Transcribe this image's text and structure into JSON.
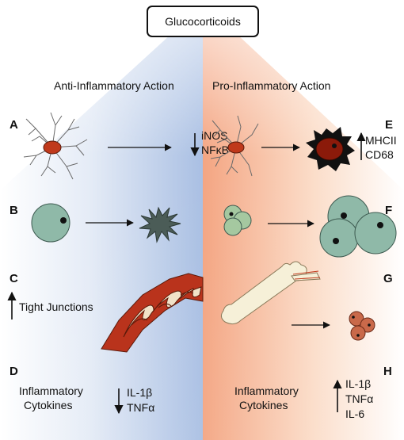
{
  "title": "Glucocorticoids",
  "anti": {
    "header": "Anti-Inflammatory Action",
    "a": {
      "letter": "A",
      "marker1": "iNOS",
      "marker2": "NFκB"
    },
    "b": {
      "letter": "B"
    },
    "c": {
      "letter": "C",
      "label": "Tight Junctions"
    },
    "d": {
      "letter": "D",
      "line1": "Inflammatory",
      "line2": "Cytokines",
      "marker1": "IL-1β",
      "marker2": "TNFα"
    }
  },
  "pro": {
    "header": "Pro-Inflammatory Action",
    "e": {
      "letter": "E",
      "marker1": "MHCII",
      "marker2": "CD68"
    },
    "f": {
      "letter": "F"
    },
    "g": {
      "letter": "G"
    },
    "h": {
      "letter": "H",
      "line1": "Inflammatory",
      "line2": "Cytokines",
      "marker1": "IL-1β",
      "marker2": "TNFα",
      "marker3": "IL-6"
    }
  },
  "colors": {
    "anti_gradient": "#a9bfe3",
    "pro_gradient": "#f4a582",
    "microglia": "#c0391b",
    "activated_cell": "#8b1a0a",
    "monocyte": "#8fb9a8",
    "barrier": "#b9331c",
    "bone": "#f6f0d8",
    "cytokine_cell": "#c9694a"
  },
  "icons": [
    "microglia-icon",
    "activated-microglia-icon",
    "monocyte-icon",
    "apoptotic-cell-icon",
    "blood-vessel-icon",
    "bone-icon",
    "cytokine-cells-icon"
  ]
}
